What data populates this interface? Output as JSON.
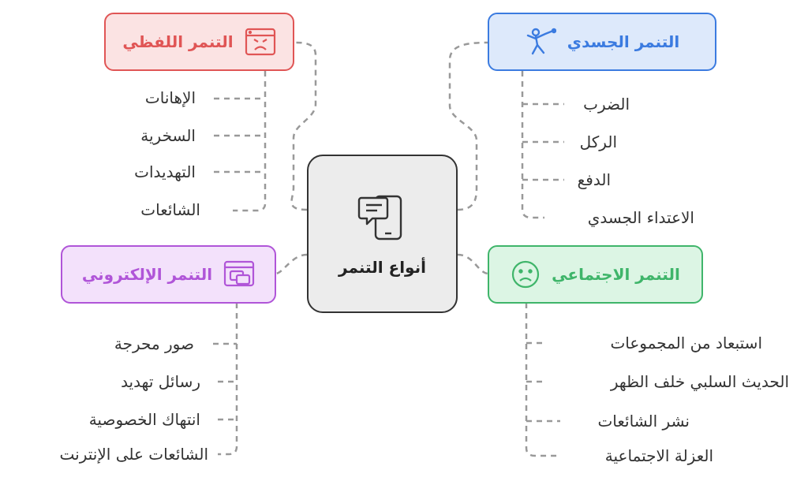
{
  "center": {
    "title": "أنواع التنمر",
    "icon": "chat-phone-icon"
  },
  "branches": [
    {
      "id": "verbal",
      "title": "التنمر اللفظي",
      "icon": "angry-browser-icon",
      "color": "#e05555",
      "fill": "#fbe3e3",
      "items": [
        "الإهانات",
        "السخرية",
        "التهديدات",
        "الشائعات"
      ]
    },
    {
      "id": "physical",
      "title": "التنمر الجسدي",
      "icon": "fighting-person-icon",
      "color": "#3b7be0",
      "fill": "#dde9fb",
      "items": [
        "الضرب",
        "الركل",
        "الدفع",
        "الاعتداء الجسدي"
      ]
    },
    {
      "id": "cyber",
      "title": "التنمر الإلكتروني",
      "icon": "browser-chat-icon",
      "color": "#b055d8",
      "fill": "#f3e1fb",
      "items": [
        "صور محرجة",
        "رسائل تهديد",
        "انتهاك الخصوصية",
        "الشائعات على الإنترنت"
      ]
    },
    {
      "id": "social",
      "title": "التنمر الاجتماعي",
      "icon": "sad-face-icon",
      "color": "#3fb56a",
      "fill": "#dcf5e4",
      "items": [
        "استبعاد من المجموعات",
        "الحديث السلبي خلف الظهر",
        "نشر الشائعات",
        "العزلة الاجتماعية"
      ]
    }
  ]
}
